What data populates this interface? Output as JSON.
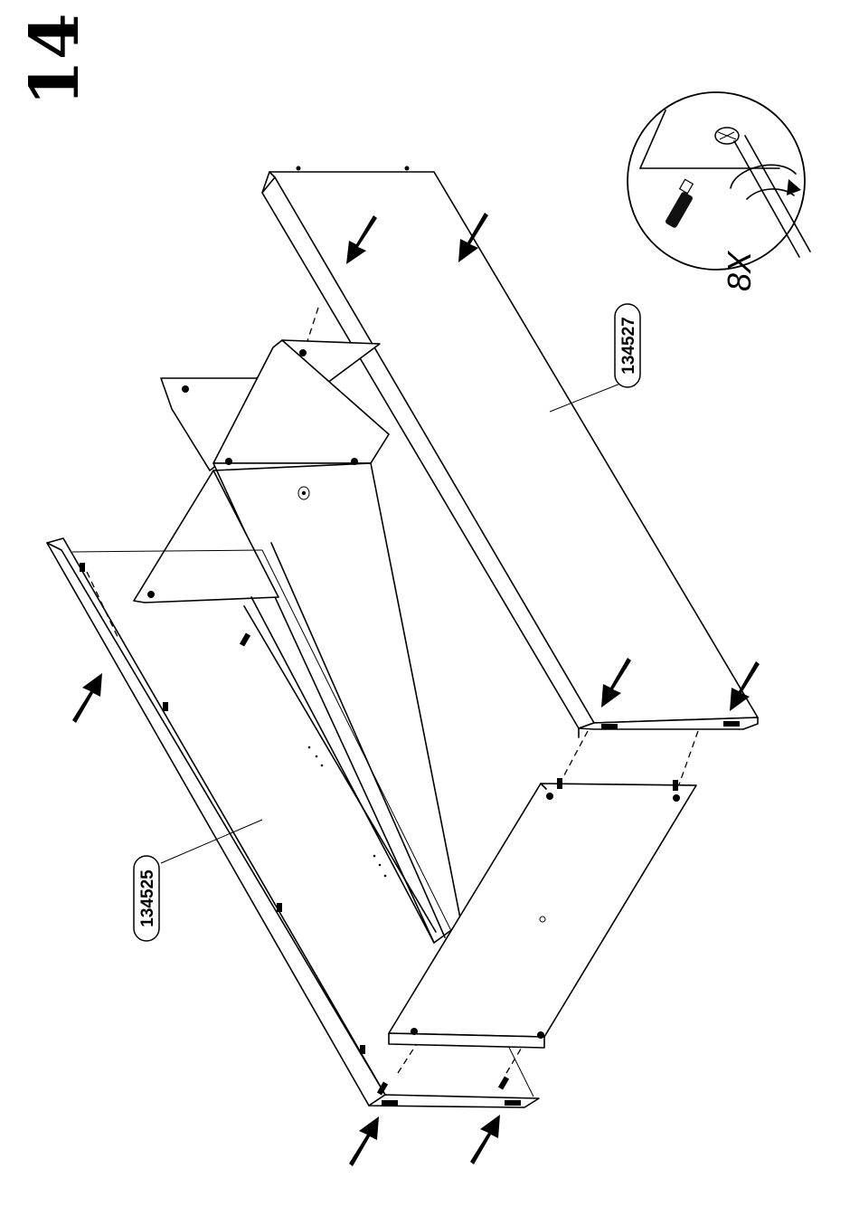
{
  "step": {
    "number": "14"
  },
  "parts": [
    {
      "id": "part-134527",
      "label": "134527"
    },
    {
      "id": "part-134525",
      "label": "134525"
    }
  ],
  "detail": {
    "quantity": "8X",
    "icons": [
      "cam-lock-icon",
      "screwdriver-icon",
      "rotate-arrow-icon",
      "dowel-icon"
    ]
  },
  "arrows": {
    "count": 8,
    "meaning": "push-direction"
  }
}
